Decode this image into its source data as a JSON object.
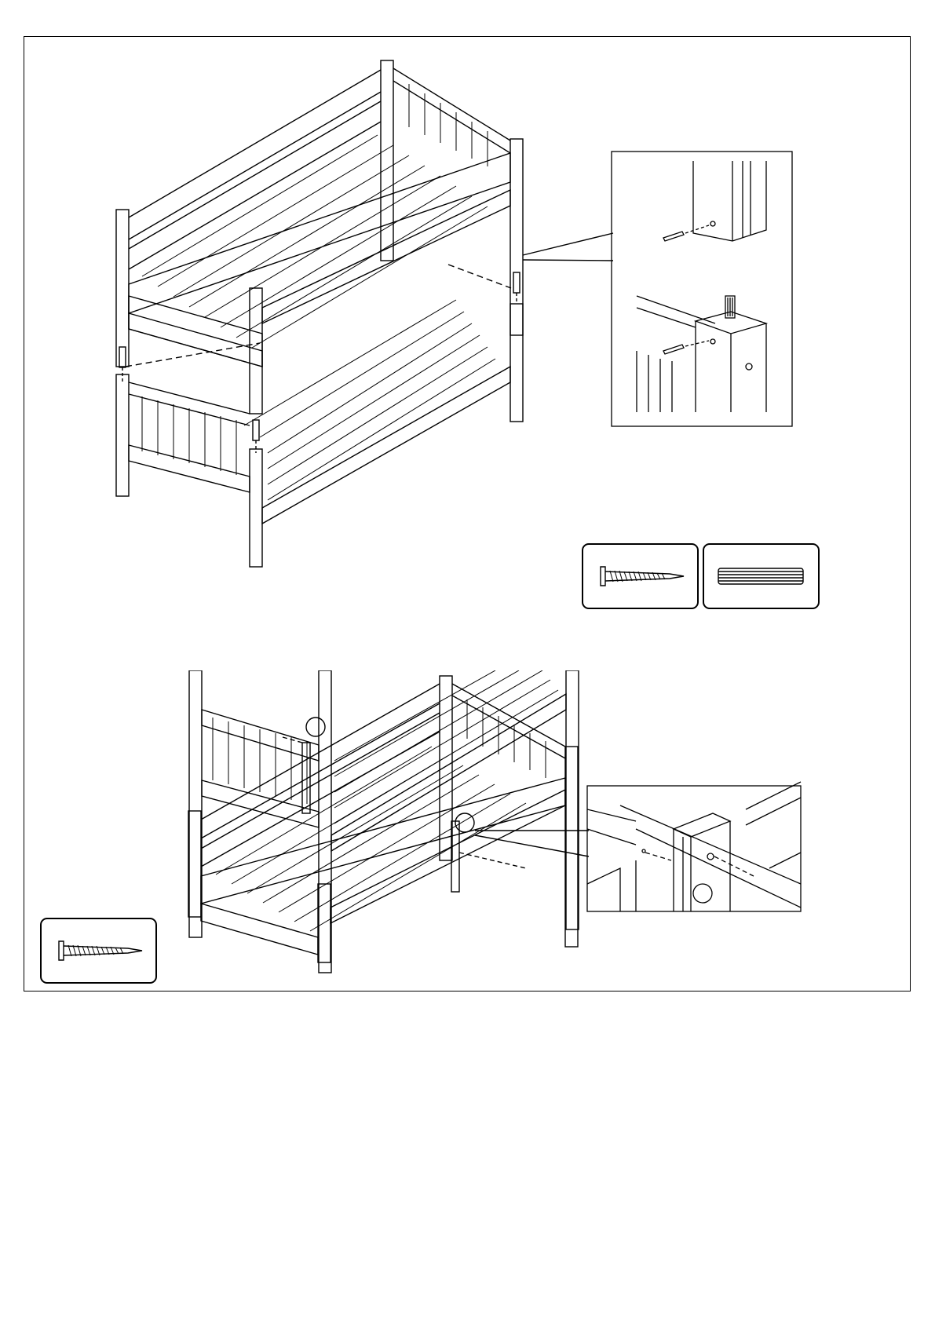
{
  "page": {
    "panels": [
      {
        "id": "panel-1",
        "title": "",
        "parts": [
          "screw-icon",
          "dowel-icon"
        ],
        "detail_views": [
          "post-screw-detail",
          "dowel-joint-detail"
        ]
      },
      {
        "id": "panel-2",
        "title": "",
        "parts": [
          "screw-icon"
        ],
        "callouts": [
          "",
          "",
          ""
        ],
        "detail_views": [
          "rail-joint-detail"
        ]
      }
    ],
    "colors": {
      "line": "#000000",
      "background": "#ffffff"
    }
  }
}
